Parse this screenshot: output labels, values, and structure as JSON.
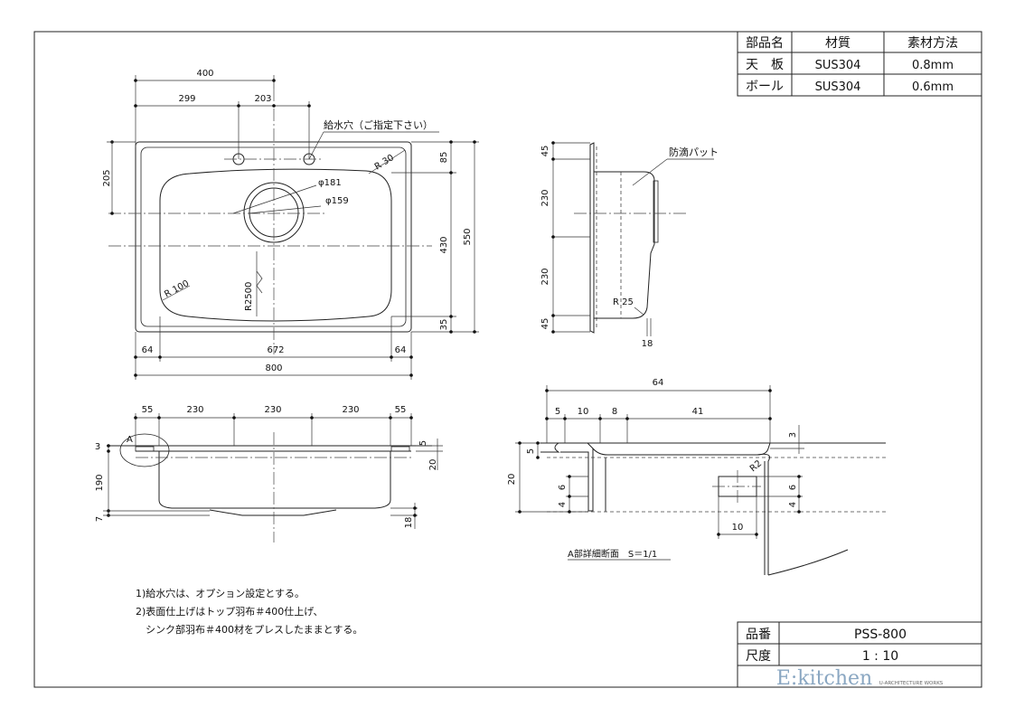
{
  "title_block": {
    "headers": [
      "部品名",
      "材質",
      "素材方法"
    ],
    "rows": [
      [
        "天　板",
        "SUS304",
        "0.8mm"
      ],
      [
        "ボール",
        "SUS304",
        "0.6mm"
      ]
    ]
  },
  "info_block": {
    "part_no_label": "品番",
    "part_no": "PSS-800",
    "scale_label": "尺度",
    "scale": "1 : 10",
    "logo_main": "E:kitchen",
    "logo_sub": "U-ARCHITECTURE WORKS"
  },
  "plan_view": {
    "dim_400": "400",
    "dim_299": "299",
    "dim_203": "203",
    "dim_205": "205",
    "dim_85": "85",
    "dim_430": "430",
    "dim_550": "550",
    "dim_35": "35",
    "dim_64_left": "64",
    "dim_672": "672",
    "dim_64_right": "64",
    "dim_800": "800",
    "water_hole_label": "給水穴（ご指定下さい）",
    "r30": "R 30",
    "phi181": "φ181",
    "phi159": "φ159",
    "r100": "R 100",
    "r2500": "R2500"
  },
  "side_view": {
    "dim_45_top": "45",
    "dim_230_a": "230",
    "dim_230_b": "230",
    "dim_45_bottom": "45",
    "pad_label": "防滴パット",
    "r25": "R 25",
    "dim_18": "18"
  },
  "front_view": {
    "dim_55_left": "55",
    "dim_230_1": "230",
    "dim_230_2": "230",
    "dim_230_3": "230",
    "dim_55_right": "55",
    "dim_3": "3",
    "dim_190": "190",
    "dim_7": "7",
    "dim_5": "5",
    "dim_20": "20",
    "dim_18": "18",
    "label_a": "A"
  },
  "detail_a": {
    "dim_64": "64",
    "dim_5a": "5",
    "dim_10a": "10",
    "dim_8": "8",
    "dim_41": "41",
    "dim_5b": "5",
    "dim_3": "3",
    "dim_20": "20",
    "dim_6_left": "6",
    "dim_4_left": "4",
    "r2": "R2",
    "dim_6_right": "6",
    "dim_4_right": "4",
    "dim_10b": "10",
    "caption": "A部詳細断面　S＝1/1"
  },
  "notes": [
    "1)給水穴は、オプション設定とする。",
    "2)表面仕上げはトップ羽布＃400仕上げ、",
    "　シンク部羽布＃400材をプレスしたままとする。"
  ]
}
